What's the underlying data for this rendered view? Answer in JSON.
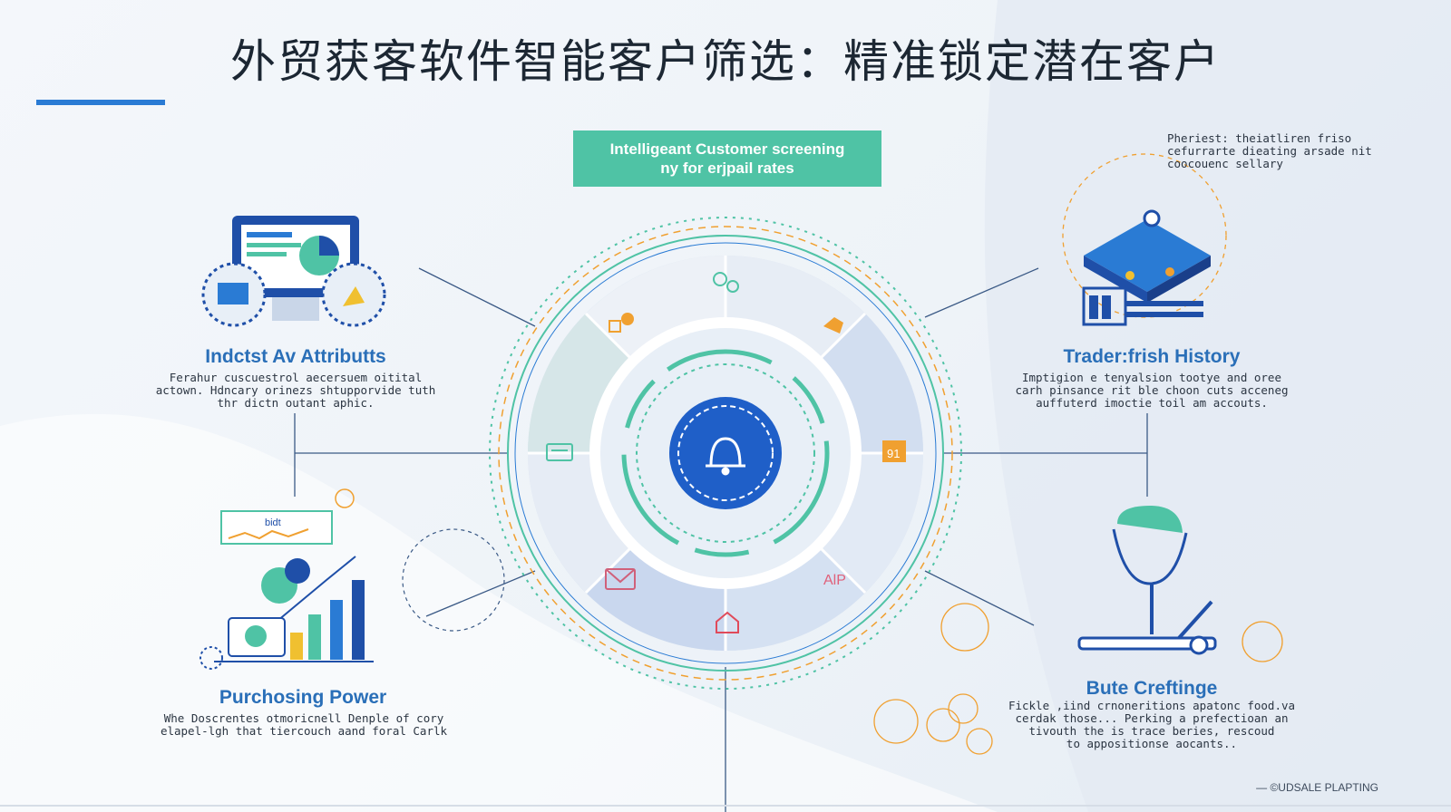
{
  "title": "外贸获客软件智能客户筛选：精准锁定潜在客户",
  "banner": {
    "line1": "Intelligeant Customer screening",
    "line2": "ny for erjpail rates"
  },
  "top_right_note": "Pheriest: theiatliren friso\ncefurrarte dieating arsade nit\ncoocouenc sellary",
  "sections": {
    "top_left": {
      "title": "Indctst Av Attributts",
      "body": "Ferahur cuscuestrol aecersuem oitital\nactown. Hdncary orinezs shtupporvide tuth\nthr dictn outant aphic."
    },
    "top_right": {
      "title": "Trader:frish History",
      "body": "Imptigion e tenyalsion tootye and oree\ncarh pinsance rit ble choon cuts acceneg\nauffuterd imoctie toil am accouts."
    },
    "bottom_left": {
      "title": "Purchosing Power",
      "body": "Whe Doscrentes otmoricnell Denple of cory\nelapel-lgh that tiercouch aand foral Carlk"
    },
    "bottom_right": {
      "title": "Bute Creftinge",
      "body": "Fickle ,iind crnoneritions apatonc food.va\ncerdak those... Perking a prefectioan an\ntivouth the is trace beries, rescoud\nto appositionse aocants.."
    }
  },
  "chart_label": "bidt",
  "segment_labels": {
    "right": "91",
    "lower_right": "AlP"
  },
  "footer": "— ©UDSALE PLAPTING",
  "colors": {
    "accent_blue": "#2a7bd4",
    "teal": "#4fc3a5",
    "orange": "#f0a030",
    "dark_blue": "#1f4fa8"
  }
}
